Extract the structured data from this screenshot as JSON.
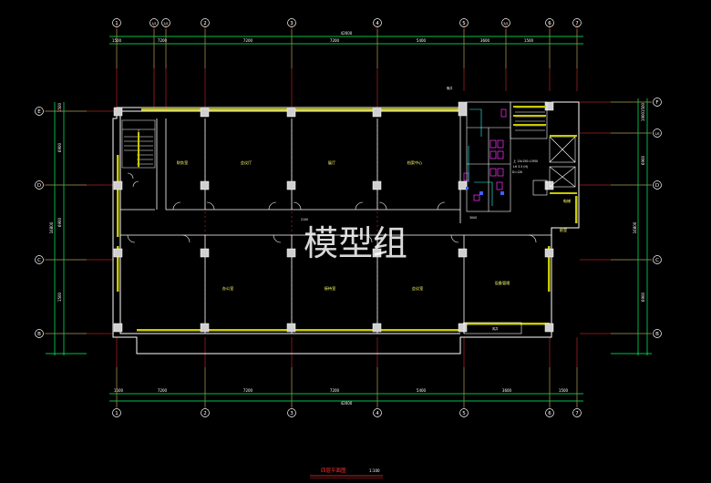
{
  "watermark": "模型组",
  "title": {
    "text": "四层平面图",
    "scale": "1:100"
  },
  "grid_axes": {
    "columns": [
      "1",
      "2",
      "3",
      "4",
      "5",
      "6",
      "7"
    ],
    "intermediate_columns": [
      "1/1",
      "2/1",
      "5/1"
    ],
    "rows": [
      "B",
      "C",
      "D",
      "E",
      "F"
    ],
    "top_intermediate_row": "1/E"
  },
  "rooms": {
    "r1": "财务室",
    "r2": "会议厅",
    "r3": "展厅",
    "r4": "档案中心",
    "r5": "办公室",
    "r6": "接待室",
    "r7": "会议室",
    "r8": "设备管理",
    "r9": "电梯",
    "r10": "前室"
  },
  "annotations": {
    "corridor_width": "2100",
    "core_note": "3000",
    "stair_note": "上 13x150=1950",
    "door_note": "D=120",
    "slab_label": "LH 3.5 (H)",
    "pipe_label": "管井",
    "shaft_label": "风井"
  },
  "dimensions": {
    "top_segments": [
      "1500",
      "7200",
      "7200",
      "7200",
      "5400",
      "3600",
      "1500"
    ],
    "top_total": "42600",
    "bottom_segments": [
      "1500",
      "7200",
      "7200",
      "7200",
      "5400",
      "3600",
      "1500"
    ],
    "bottom_total": "42600",
    "left_segments": [
      "1500",
      "6900",
      "6900",
      "1500"
    ],
    "left_total": "16800",
    "right_segments": [
      "1500",
      "1900",
      "6900",
      "6900"
    ],
    "right_total": "16800"
  },
  "colors": {
    "wall": "#ffffff",
    "wall_infill": "#c8c800",
    "grid": "#ff3030",
    "dimension": "#00ff66",
    "text": "#ffff66",
    "magenta": "#ff33ff",
    "cyan": "#33ffff",
    "blue": "#4060ff"
  }
}
